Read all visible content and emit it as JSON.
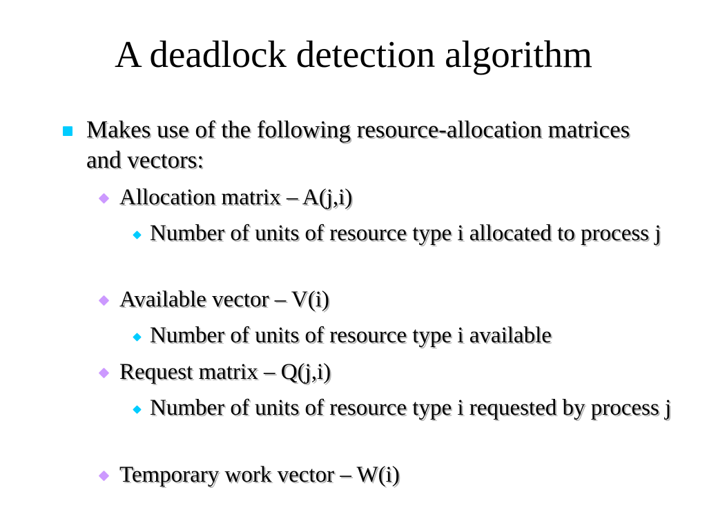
{
  "slide": {
    "title": "A deadlock detection algorithm",
    "colors": {
      "level1_bullet": "#00ccff",
      "level2_bullet": "#cc99ff",
      "level3_bullet": "#00ccff",
      "text_shadow": "#b3b3b3"
    },
    "bullets": [
      {
        "level": 1,
        "icon": "square-bullet-icon",
        "text": "Makes use of the following resource-allocation matrices and vectors:"
      },
      {
        "level": 2,
        "icon": "diamond-bullet-icon",
        "text": "Allocation matrix – A(j,i)"
      },
      {
        "level": 3,
        "icon": "small-diamond-bullet-icon",
        "text": "Number of units of resource type i allocated to process j"
      },
      {
        "level": 2,
        "icon": "diamond-bullet-icon",
        "text": "Available vector – V(i)"
      },
      {
        "level": 3,
        "icon": "small-diamond-bullet-icon",
        "text": "Number of units of resource type i available"
      },
      {
        "level": 2,
        "icon": "diamond-bullet-icon",
        "text": "Request matrix – Q(j,i)"
      },
      {
        "level": 3,
        "icon": "small-diamond-bullet-icon",
        "text": "Number of units of resource type i requested by process j"
      },
      {
        "level": 2,
        "icon": "diamond-bullet-icon",
        "text": "Temporary work vector – W(i)"
      }
    ]
  }
}
